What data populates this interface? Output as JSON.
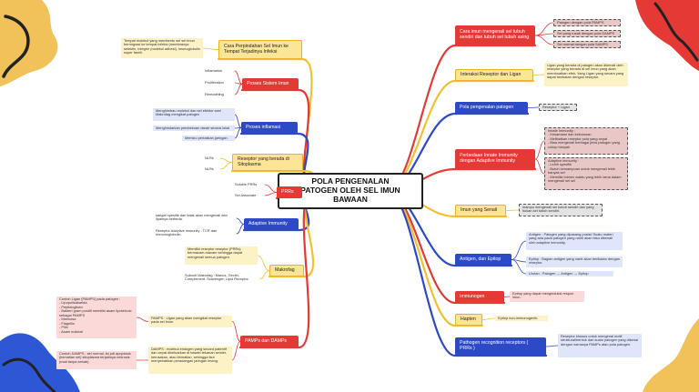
{
  "center": {
    "title": "POLA PENGENALAN PATOGEN OLEH SEL IMUN BAWAAN"
  },
  "left_branches": [
    {
      "id": "lb1",
      "label": "Cara Perpindahan Sel Imun ke Tempat Terjadinya Infeksi",
      "color": "yellow",
      "notes": [
        "Tempat molekul yang membentu sel sel imun bermigrasi ke tempat infeksi (membranya selektin, integrin (molekul adhesi), imunoglobulin super famili."
      ]
    },
    {
      "id": "lb2",
      "label": "Proses Sistem Imun",
      "color": "red",
      "notes": [
        "Inflamation",
        "Proliferation",
        "Remodeling"
      ]
    },
    {
      "id": "lb3",
      "label": "Proses inflamasi",
      "color": "blue",
      "notes": [
        "Menghimbau molekul dan sel efektor seel Makrofag mengikat patogen",
        "Menghindarkan pembekuan darah secara lokal",
        "Memicu perbaikan jaringan"
      ]
    },
    {
      "id": "lb4",
      "label": "Reseptor yang berada di Sitoplasma",
      "color": "yellow",
      "notes": [
        "NLRs",
        "NLRs"
      ]
    },
    {
      "id": "lb5",
      "label": "PRRs",
      "color": "red",
      "notes": [
        "Soluble PRRs",
        "Sel Associate"
      ]
    },
    {
      "id": "lb6",
      "label": "Adaptive Immunity",
      "color": "blue",
      "notes": [
        "sangat spesifik dan tidak akan mengenali dan lipamya berbeda.",
        "Reseptor Adaptive immunity : TCR dan Immunoglobulin."
      ]
    },
    {
      "id": "lb7",
      "label": "Makrofag",
      "color": "yellow",
      "notes": [
        "Memiliki reseptor reseptor (PRRs) bermacam-macam sehingga dapat mengenali semua patogen.",
        "Subunit Makrofag : Manus, Gectin, Complement, Scavenger, Lipid Receptor."
      ]
    },
    {
      "id": "lb8",
      "label": "PAMPs dan DAMPs",
      "color": "red",
      "notes": [
        "PAMPS : Ligan yang akan mengikat reseptor pada sel imun.",
        "DAMPS : molekul endogen yang secara patentif dan cepat dikeluarkan di bawah tekanan seluler, kerusakan, atau kematian, sehingga ikut menyebabkan peradangan jaringan imang."
      ],
      "notes2": [
        "Contoh Ligan (PAMPS) pada patogen :\n- Lipopolisakarida\n- Peptidoglican\n- Bakteri gram positif memiliki asam lipoteicoic sebagai PAMPS\n- Mannosa\n- Flagellin\n- Pilin\n- Asam nukleat",
        "Contoh DAMPS : sel normal, tsi pdl apoptosis (kematian sel) sitoplasma terjadinya nekrosis (mati tanpa sebab)."
      ]
    }
  ],
  "right_branches": [
    {
      "id": "rb1",
      "label": "Cara imun mengenali sel tubuh sendiri dan tubuh sel tubuh asing",
      "color": "red",
      "notes": [
        "Patogen dengan pola PAMPS",
        "Sel yang rusak dengan pola DAMPS",
        "Sel normal dengan pola SAMPS"
      ]
    },
    {
      "id": "rb2",
      "label": "Interaksi Reseptor dan Ligan",
      "color": "yellow",
      "notes": [
        "Ligan yang berada di patogen akan dikenali oleh reseptor yang berada di sel imun yang akan membuatkan efek. Yang Ligan yang secara yang dapat berikatan dengan reseptor."
      ]
    },
    {
      "id": "rb3",
      "label": "Pola pengenalan patogen",
      "color": "blue",
      "notes": [
        "Reseptor + Ligan"
      ]
    },
    {
      "id": "rb4",
      "label": "Perbedaan Innate Immunity dengan Adaptive Immunity",
      "color": "red",
      "notes": [
        "Innate Immunity :\n- Kesamaan dan kekurusan\n- Melibatkan reseptor pola yang cepat\n- Bisa mengenali berbagai jenis patogen yang cukup banyak",
        "Adaptive immunity :\n- Lebih spesifik\n- Butuh kemampuan untuk mengenali lebih banyak sel\n- Memiliki tolmen waktu yang lebih lama dalam mengenali sel sel"
      ]
    },
    {
      "id": "rb5",
      "label": "Imun yang Senali",
      "color": "yellow",
      "notes": [
        "mampu mengenali sel tubuh sendiri dan yang bukan sel tubuh sendiri."
      ]
    },
    {
      "id": "rb6",
      "label": "Antigen, dan Epitop",
      "color": "blue",
      "notes": [
        "Antigen : Patogen yang dipasang posisi/ Suatu materi yang ada pada patogen yang nanti akan bisa dikenali oleh adaptive immunity.",
        "Epitop : Bagian antigen yang nanti akan berikatan dengan reseptor.",
        "Urutan : Patogen → Antigen → Epitop"
      ]
    },
    {
      "id": "rb7",
      "label": "Immunogen",
      "color": "red",
      "notes": [
        "Epitop yang dapat menginduksi respon imun."
      ]
    },
    {
      "id": "rb8",
      "label": "Hapten",
      "color": "yellow",
      "notes": [
        "Epitop non-immunogenik."
      ]
    },
    {
      "id": "rb9",
      "label": "Pathogen recognition receptors ( PRRs )",
      "color": "blue",
      "notes": [
        "Reseptor khusus untuk mengenal motif struktural/bentuk dari suatu patogen yang dikenal dengan namanya PAMPs atau pola patogen."
      ]
    }
  ],
  "colors": {
    "yellow": "#f2c12e",
    "red": "#e53935",
    "blue": "#2d49c8",
    "text": "#222222",
    "border": "#222222"
  }
}
